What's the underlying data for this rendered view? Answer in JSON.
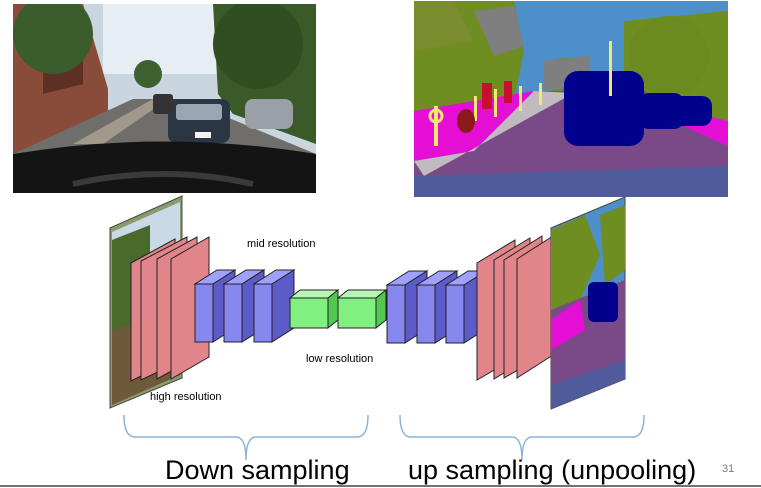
{
  "slide": {
    "page_number": "31"
  },
  "labels": {
    "mid_resolution": "mid resolution",
    "low_resolution": "low resolution",
    "high_resolution": "high resolution",
    "down_sampling": "Down sampling",
    "up_sampling": "up sampling (unpooling)"
  },
  "colors": {
    "encoder_slab": "#e1858a",
    "conv_block": "#8787f0",
    "bottleneck_block": "#80f080",
    "brace": "#8cb4d8",
    "seg_sky": "#4d8fc9",
    "seg_vegetation": "#6e8e22",
    "seg_road": "#7a4a88",
    "seg_car": "#01018e",
    "seg_sidewalk": "#e50ed5",
    "seg_pole": "#f2e86e",
    "seg_person": "#c8102e"
  }
}
